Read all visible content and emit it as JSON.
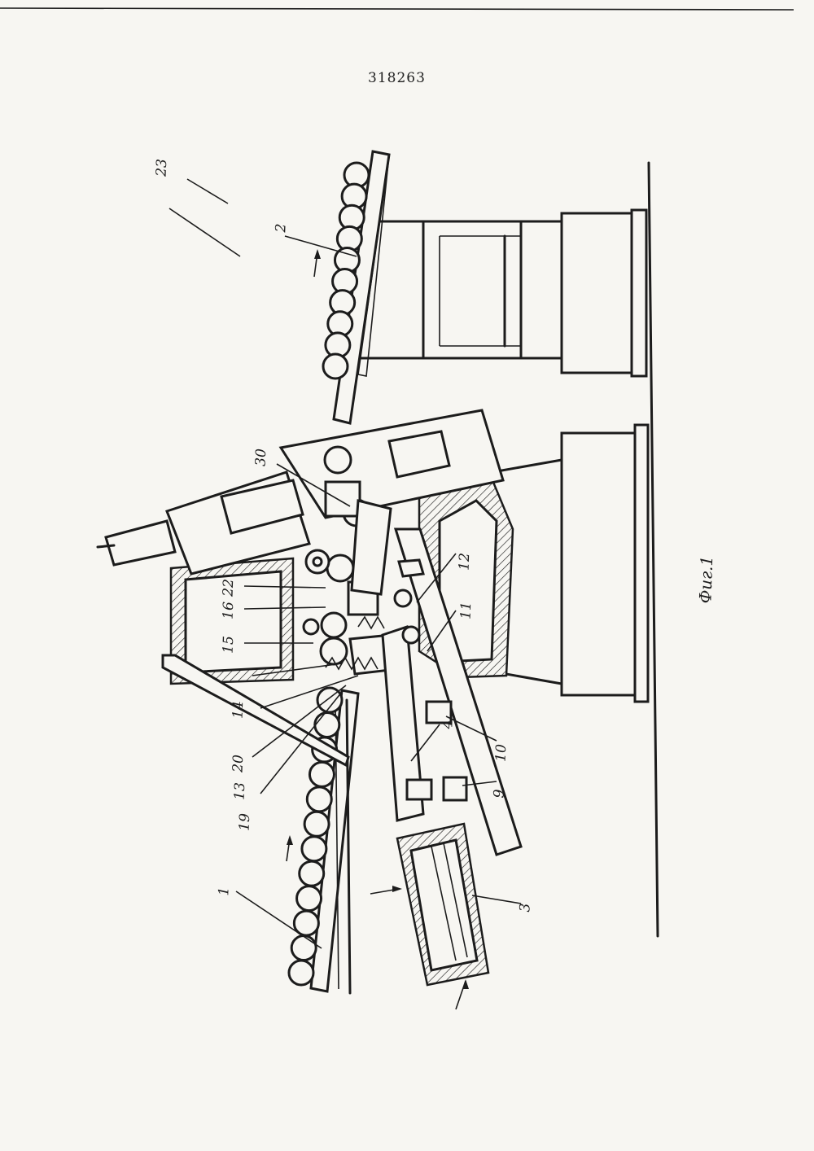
{
  "document": {
    "patent_number": "318263",
    "figure_caption": "Фиг.1"
  },
  "labels": {
    "l1": "1",
    "l2": "2",
    "l3": "3",
    "l4": "4",
    "l9": "9",
    "l10": "10",
    "l11": "11",
    "l12": "12",
    "l13": "13",
    "l14": "14",
    "l15": "15",
    "l16": "16",
    "l19": "19",
    "l20": "20",
    "l22": "22",
    "l23": "23",
    "l30": "30"
  }
}
